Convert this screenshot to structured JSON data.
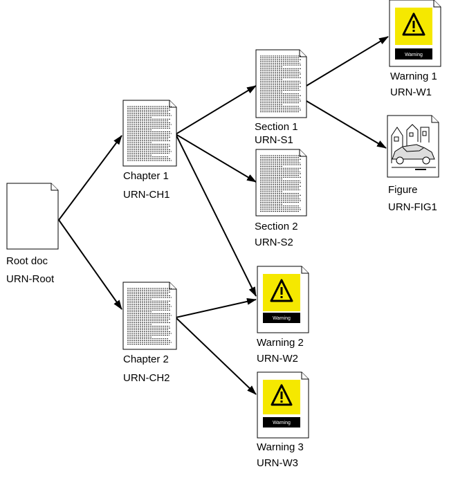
{
  "colors": {
    "warning_yellow": "#f5e800",
    "warning_band": "#000000",
    "line": "#000000"
  },
  "nodes": {
    "root": {
      "label": "Root doc",
      "urn": "URN-Root",
      "kind": "blank-document"
    },
    "ch1": {
      "label": "Chapter 1",
      "urn": "URN-CH1",
      "kind": "text-document"
    },
    "ch2": {
      "label": "Chapter 2",
      "urn": "URN-CH2",
      "kind": "text-document"
    },
    "s1": {
      "label": "Section 1",
      "urn": "URN-S1",
      "kind": "text-document"
    },
    "s2": {
      "label": "Section 2",
      "urn": "URN-S2",
      "kind": "text-document"
    },
    "w1": {
      "label": "Warning 1",
      "urn": "URN-W1",
      "kind": "warning-document",
      "badge": "Warning"
    },
    "w2": {
      "label": "Warning 2",
      "urn": "URN-W2",
      "kind": "warning-document",
      "badge": "Warning"
    },
    "w3": {
      "label": "Warning 3",
      "urn": "URN-W3",
      "kind": "warning-document",
      "badge": "Warning"
    },
    "fig1": {
      "label": "Figure",
      "urn": "URN-FIG1",
      "kind": "figure-document"
    }
  },
  "edges": [
    {
      "from": "root",
      "to": "ch1"
    },
    {
      "from": "root",
      "to": "ch2"
    },
    {
      "from": "ch1",
      "to": "s1"
    },
    {
      "from": "ch1",
      "to": "s2"
    },
    {
      "from": "ch1",
      "to": "w2"
    },
    {
      "from": "ch2",
      "to": "w2"
    },
    {
      "from": "ch2",
      "to": "w3"
    },
    {
      "from": "s1",
      "to": "w1"
    },
    {
      "from": "s1",
      "to": "fig1"
    }
  ]
}
